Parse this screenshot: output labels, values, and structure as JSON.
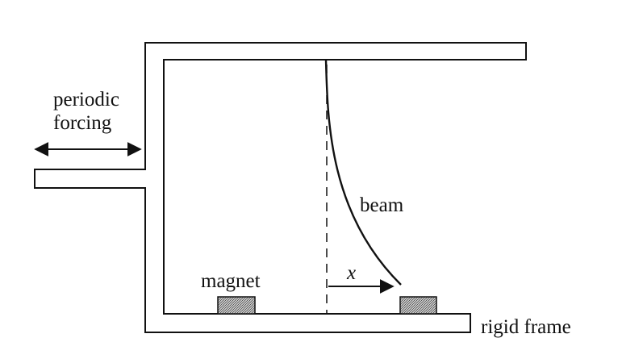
{
  "labels": {
    "periodic_line1": "periodic",
    "periodic_line2": "forcing",
    "beam": "beam",
    "magnet": "magnet",
    "displacement": "x",
    "rigid_frame": "rigid frame"
  },
  "colors": {
    "line": "#111111",
    "magnet_fill": "#9a9a9a",
    "background": "#ffffff"
  }
}
